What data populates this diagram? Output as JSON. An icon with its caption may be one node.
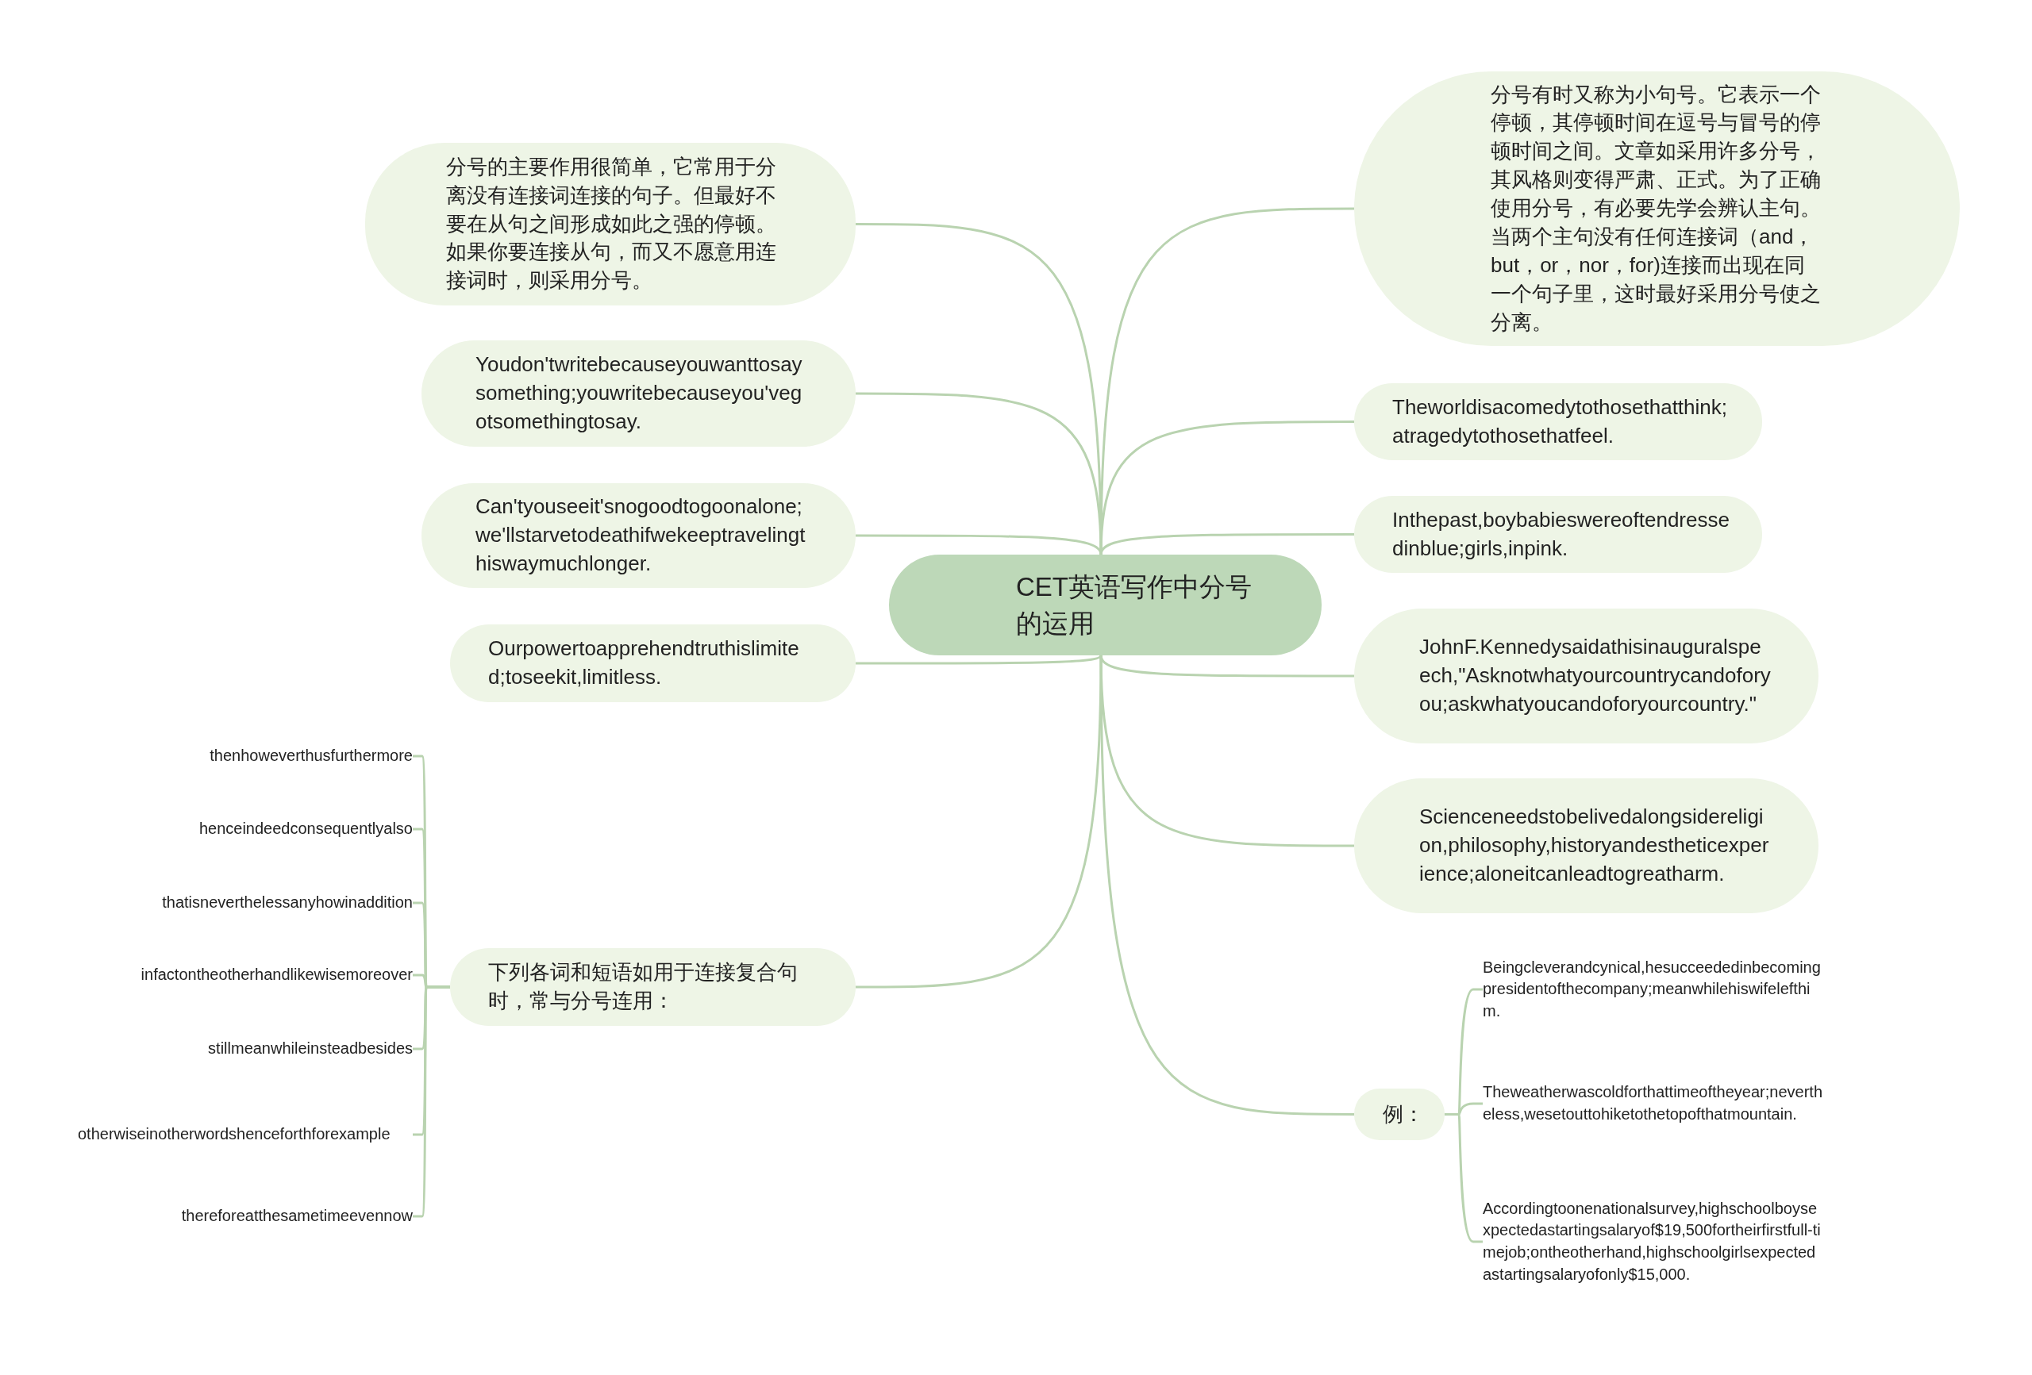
{
  "diagram": {
    "nodes": [
      {
        "text": [
          "CET英语写作中分号的运用"
        ]
      },
      {
        "text": [
          "分号的主要作用很简单，它常用于分离没有连接词连接的句子。但最好不要在从句之间形成如此之强的停顿。如果你要连接从句，而又不愿意用连接词时，则采用分号。"
        ]
      },
      {
        "text": [
          "Youdon'twritebecauseyouwanttosaysomething;youwritebecauseyou'vegotsomethingtosay."
        ]
      },
      {
        "text": [
          "Can'tyouseeit'snogoodtogoonalone;we'llstarvetodeathifwekeeptravelingthiswaymuchlonger."
        ]
      },
      {
        "text": [
          "Ourpowertoapprehendtruthislimited;toseekit,limitless."
        ]
      },
      {
        "text": [
          "下列各词和短语如用于连接复合句时，常与分号连用："
        ]
      },
      {
        "text": [
          "thenhoweverthusfurthermore"
        ]
      },
      {
        "text": [
          "henceindeedconsequentlyalso"
        ]
      },
      {
        "text": [
          "thatisneverthelessanyhowinaddition"
        ]
      },
      {
        "text": [
          "infactontheotherhandlikewisemoreover"
        ]
      },
      {
        "text": [
          "stillmeanwhileinsteadbesides"
        ]
      },
      {
        "text": [
          "otherwiseinotherwordshenceforthforexample"
        ]
      },
      {
        "text": [
          "thereforeatthesametimeevennow"
        ]
      },
      {
        "text": [
          "分号有时又称为小句号。它表示一个停顿，其停顿时间在逗号与冒号的停顿时间之间。文章如采用许多分号，其风格则变得严肃、正式。为了正确使用分号，有必要先学会辨认主句。当两个主句没有任何连接词（and，but，or，nor，for)连接而出现在同一个句子里，这时最好采用分号使之分离。"
        ]
      },
      {
        "text": [
          "Theworldisacomedytothosethatthink;atragedytothosethatfeel."
        ]
      },
      {
        "text": [
          "Inthepast,boybabieswereoftendressedinblue;girls,inpink."
        ]
      },
      {
        "text": [
          "JohnF.Kennedysaidathisinauguralspeech,\"Asknotwhatyourcountrycandoforyou;askwhatyoucandoforyourcountry.\""
        ]
      },
      {
        "text": [
          "Scienceneedstobelivedalongsidereligion,philosophy,historyandestheticexperience;aloneitcanleadtogreatharm."
        ]
      },
      {
        "text": [
          "例："
        ]
      },
      {
        "text": [
          "Beingcleverandcynical,hesucceededinbecomingpresidentofthecompany;meanwhilehiswifelefthim."
        ]
      },
      {
        "text": [
          "Theweatherwascoldforthattimeoftheyear;nevertheless,wesetouttohiketothetopofthatmountain."
        ]
      },
      {
        "text": [
          "Accordingtoonenationalsurvey,highschoolboysexpectedastartingsalaryof$19,500fortheirfirstfull-timejob;ontheotherhand,highschoolgirlsexpectedastartingsalaryofonly$15,000."
        ]
      }
    ],
    "edges": [
      {
        "from": 0,
        "to": 1,
        "arrow": "none"
      },
      {
        "from": 0,
        "to": 2,
        "arrow": "none"
      },
      {
        "from": 0,
        "to": 3,
        "arrow": "none"
      },
      {
        "from": 0,
        "to": 4,
        "arrow": "none"
      },
      {
        "from": 0,
        "to": 5,
        "arrow": "none"
      },
      {
        "from": 5,
        "to": 6,
        "arrow": "none"
      },
      {
        "from": 5,
        "to": 7,
        "arrow": "none"
      },
      {
        "from": 5,
        "to": 8,
        "arrow": "none"
      },
      {
        "from": 5,
        "to": 9,
        "arrow": "none"
      },
      {
        "from": 5,
        "to": 10,
        "arrow": "none"
      },
      {
        "from": 5,
        "to": 11,
        "arrow": "none"
      },
      {
        "from": 5,
        "to": 12,
        "arrow": "none"
      },
      {
        "from": 0,
        "to": 13,
        "arrow": "none"
      },
      {
        "from": 0,
        "to": 14,
        "arrow": "none"
      },
      {
        "from": 0,
        "to": 15,
        "arrow": "none"
      },
      {
        "from": 0,
        "to": 16,
        "arrow": "none"
      },
      {
        "from": 0,
        "to": 17,
        "arrow": "none"
      },
      {
        "from": 0,
        "to": 18,
        "arrow": "none"
      },
      {
        "from": 18,
        "to": 19,
        "arrow": "none"
      },
      {
        "from": 18,
        "to": 20,
        "arrow": "none"
      },
      {
        "from": 18,
        "to": 21,
        "arrow": "none"
      }
    ]
  }
}
